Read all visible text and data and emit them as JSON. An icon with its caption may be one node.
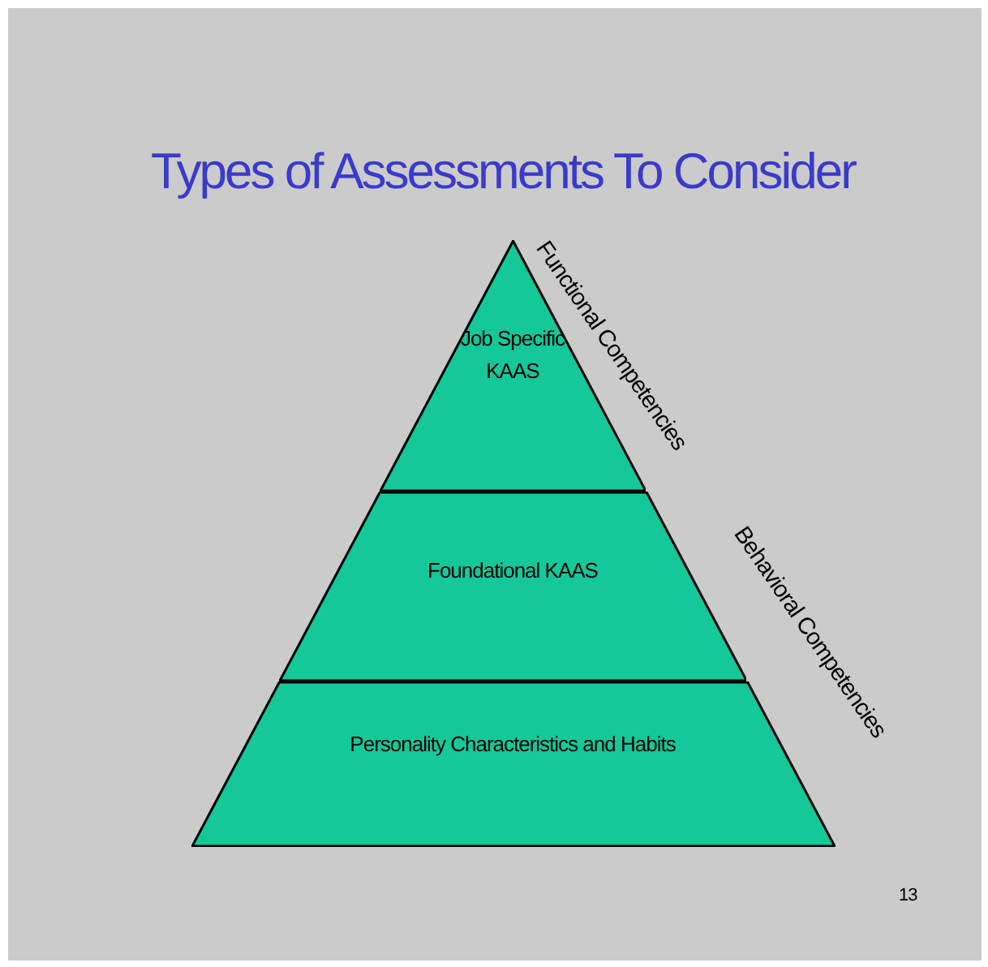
{
  "diagram": {
    "title": "Types of Assessments To Consider",
    "nodes": [
      {
        "text": [
          "Job Specific KAAS"
        ]
      },
      {
        "text": [
          "Foundational KAAS"
        ]
      },
      {
        "text": [
          "Personality Characteristics and Habits"
        ]
      }
    ],
    "labels": [
      "Functional Competencies",
      "Behavioral Competencies",
      "13"
    ]
  }
}
